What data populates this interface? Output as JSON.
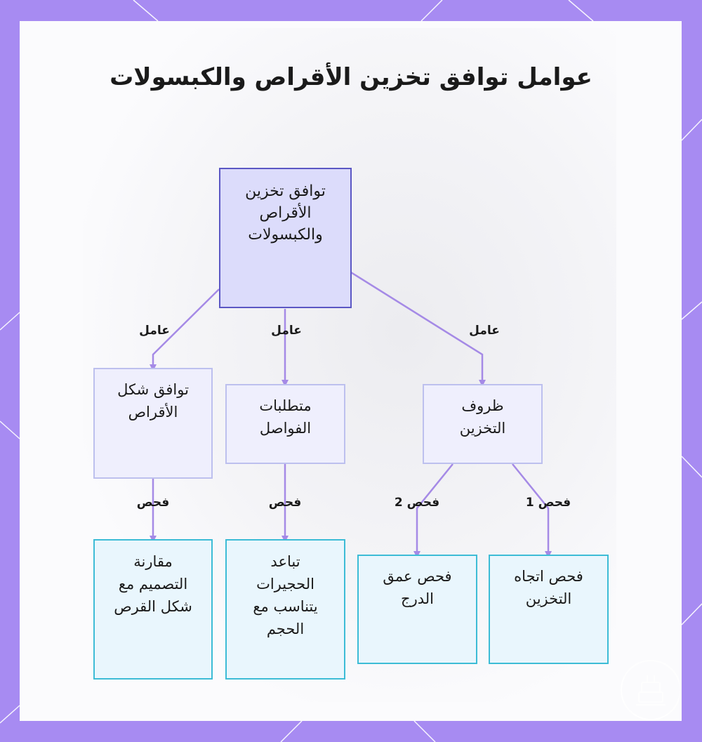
{
  "title": "عوامل توافق تخزين الأقراص والكبسولات",
  "nodes": {
    "root": "توافق تخزين الأقراص والكبسولات",
    "shape": "توافق شكل الأقراص",
    "dividers": "متطلبات الفواصل",
    "conditions": "ظروف التخزين",
    "compare": "مقارنة التصميم مع شكل القرص",
    "spacing": "تباعد الحجيرات يتناسب مع الحجم",
    "depth": "فحص عمق الدرج",
    "orientation": "فحص اتجاه التخزين"
  },
  "edge_labels": {
    "root_shape": "عامل",
    "root_dividers": "عامل",
    "root_conditions": "عامل",
    "shape_compare": "فحص",
    "dividers_spacing": "فحص",
    "conditions_depth": "فحص 2",
    "conditions_orientation": "فحص 1"
  },
  "colors": {
    "frame": "#a78bf2",
    "edge": "#a58ae6",
    "root_fill": "#dcdcfb",
    "root_border": "#5b57c4",
    "mid_fill": "#efeffd",
    "mid_border": "#bdc0ee",
    "leaf_fill": "#e9f6fd",
    "leaf_border": "#3dbcd6"
  },
  "icons": [
    "logo-icon"
  ]
}
